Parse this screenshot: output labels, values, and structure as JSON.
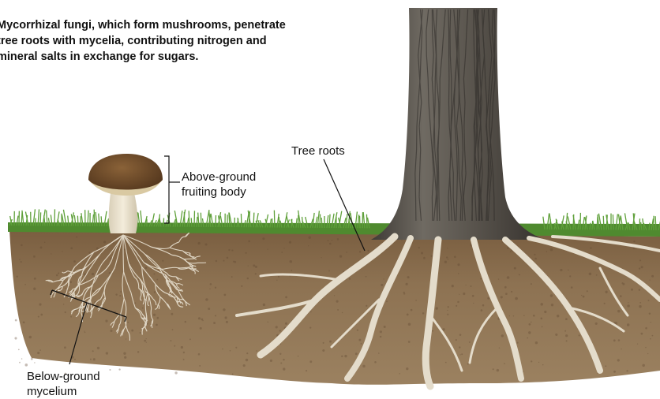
{
  "caption": "Mycorrhizal fungi, which form mushrooms, penetrate\ntree roots with mycelia, contributing nitrogen and\nmineral salts in exchange for sugars.",
  "labels": {
    "tree_roots": "Tree roots",
    "above_ground": "Above-ground\nfruiting body",
    "below_ground": "Below-ground\nmycelium"
  },
  "colors": {
    "soil": "#8a6f4e",
    "soil_dark": "#6b5238",
    "grass": "#5f9a3a",
    "trunk": "#5b564f",
    "roots": "#e4dccb",
    "mushroom_cap": "#6e4b2a",
    "mushroom_stem": "#efe6d2",
    "ink": "#111111"
  }
}
